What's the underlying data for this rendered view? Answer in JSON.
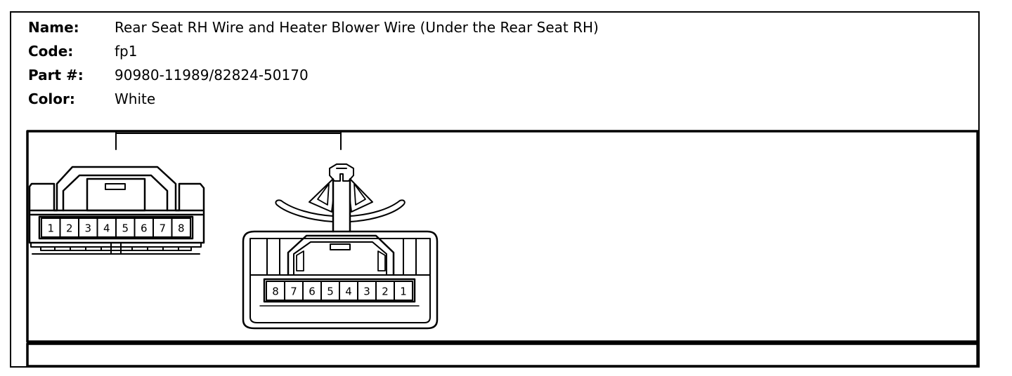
{
  "info": {
    "name_label": "Name:",
    "name_value": "Rear Seat RH Wire and Heater Blower Wire (Under the Rear Seat RH)",
    "code_label": "Code:",
    "code_value": "fp1",
    "part_label": "Part #:",
    "part_value": "90980-11989/82824-50170",
    "color_label": "Color:",
    "color_value": "White"
  },
  "connector_male": {
    "pins": [
      "1",
      "2",
      "3",
      "4",
      "5",
      "6",
      "7",
      "8"
    ]
  },
  "connector_female": {
    "pins": [
      "8",
      "7",
      "6",
      "5",
      "4",
      "3",
      "2",
      "1"
    ]
  }
}
